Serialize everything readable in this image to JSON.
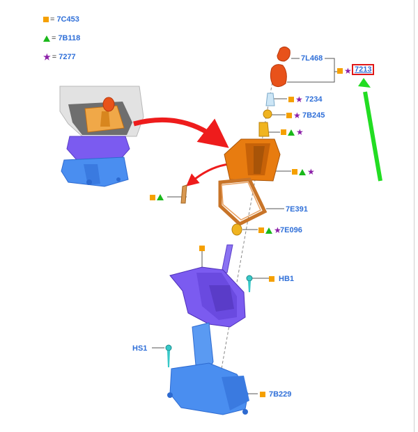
{
  "legend": [
    {
      "symbol": "square",
      "part": "7C453"
    },
    {
      "symbol": "triangle",
      "part": "7B118"
    },
    {
      "symbol": "star",
      "part": "7277"
    }
  ],
  "legend_equals": "=",
  "callouts": {
    "7L468": "7L468",
    "7213": "7213",
    "7234": "7234",
    "7B245": "7B245",
    "7E391": "7E391",
    "7E096": "7E096",
    "HB1": "HB1",
    "HS1": "HS1",
    "7B229": "7B229"
  },
  "colors": {
    "label_blue": "#2f6fd8",
    "square_orange": "#f5a000",
    "triangle_green": "#1ab81a",
    "star_purple": "#8b1fa8",
    "highlight_red": "#e01818",
    "arrow_green": "#22dd22",
    "part_orange": "#e87c10",
    "part_purple": "#7b5bf0",
    "part_blue": "#4a8ef0"
  }
}
